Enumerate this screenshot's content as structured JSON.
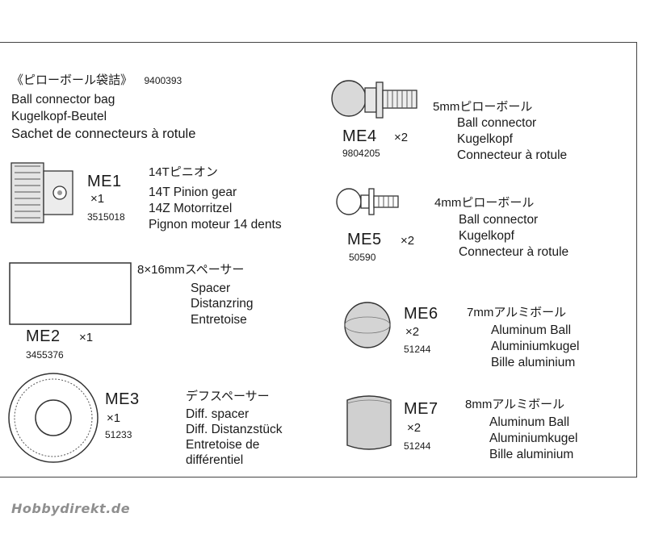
{
  "header": {
    "title_jp": "《ピローボール袋詰》",
    "part_no": "9400393",
    "lines": [
      "Ball connector bag",
      "Kugelkopf-Beutel",
      "Sachet de connecteurs à rotule"
    ]
  },
  "parts": {
    "me1": {
      "code": "ME1",
      "qty": "×1",
      "number": "3515018",
      "desc": [
        "14Tピニオン",
        "14T Pinion gear",
        "14Z Motorritzel",
        "Pignon moteur 14 dents"
      ]
    },
    "me2": {
      "code": "ME2",
      "qty": "×1",
      "number": "3455376",
      "desc": [
        "8×16mmスペーサー",
        "Spacer",
        "Distanzring",
        "Entretoise"
      ]
    },
    "me3": {
      "code": "ME3",
      "qty": "×1",
      "number": "51233",
      "desc": [
        "デフスペーサー",
        "Diff. spacer",
        "Diff. Distanzstück",
        "Entretoise de",
        "différentiel"
      ]
    },
    "me4": {
      "code": "ME4",
      "qty": "×2",
      "number": "9804205",
      "desc": [
        "5mmピローボール",
        "Ball connector",
        "Kugelkopf",
        "Connecteur à rotule"
      ]
    },
    "me5": {
      "code": "ME5",
      "qty": "×2",
      "number": "50590",
      "desc": [
        "4mmピローボール",
        "Ball connector",
        "Kugelkopf",
        "Connecteur à rotule"
      ]
    },
    "me6": {
      "code": "ME6",
      "qty": "×2",
      "number": "51244",
      "desc": [
        "7mmアルミボール",
        "Aluminum Ball",
        "Aluminiumkugel",
        "Bille aluminium"
      ]
    },
    "me7": {
      "code": "ME7",
      "qty": "×2",
      "number": "51244",
      "desc": [
        "8mmアルミボール",
        "Aluminum Ball",
        "Aluminiumkugel",
        "Bille aluminium"
      ]
    }
  },
  "watermark": "Hobbydirekt.de",
  "colors": {
    "ink": "#1a1a1a",
    "line": "#444444",
    "fill": "#d9d9d9",
    "watermark": "#8f8f8f"
  }
}
